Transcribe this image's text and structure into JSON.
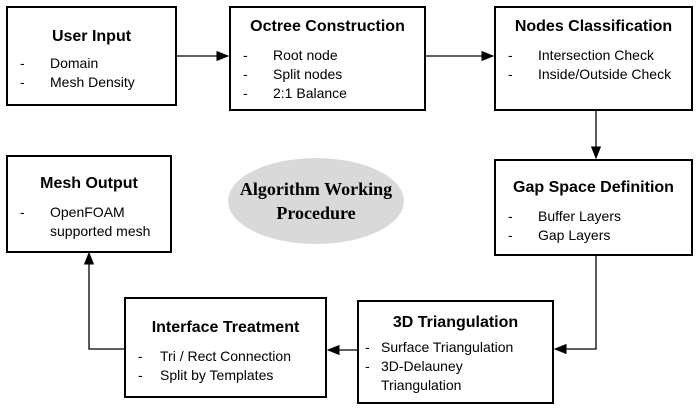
{
  "boxes": {
    "user_input": {
      "title": "User Input",
      "items": [
        "Domain",
        "Mesh Density"
      ]
    },
    "octree": {
      "title": "Octree Construction",
      "items": [
        "Root node",
        "Split nodes",
        "2:1 Balance"
      ]
    },
    "nodes_classification": {
      "title": "Nodes Classification",
      "items": [
        "Intersection Check",
        "Inside/Outside Check"
      ]
    },
    "gap_space": {
      "title": "Gap Space Definition",
      "items": [
        "Buffer Layers",
        "Gap Layers"
      ]
    },
    "triangulation": {
      "title": "3D Triangulation",
      "items": [
        "Surface Triangulation",
        "3D-Delauney Triangulation"
      ]
    },
    "interface": {
      "title": "Interface Treatment",
      "items": [
        "Tri / Rect Connection",
        "Split by Templates"
      ]
    },
    "mesh_output": {
      "title": "Mesh Output",
      "items": [
        "OpenFOAM supported mesh"
      ]
    }
  },
  "center": {
    "line1": "Algorithm Working",
    "line2": "Procedure"
  },
  "bullet_marker": "-",
  "colors": {
    "border": "#000000",
    "ellipse_fill": "#d9d9d9",
    "arrow": "#000000"
  }
}
